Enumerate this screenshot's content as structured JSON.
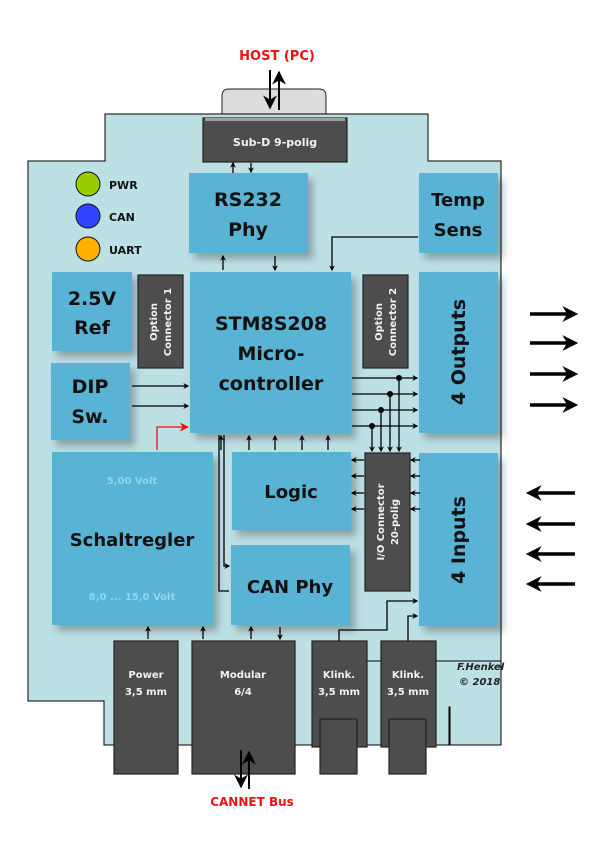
{
  "external": {
    "host_label": "HOST (PC)",
    "bus_label": "CANNET Bus",
    "label_color": "#ee1111"
  },
  "board": {
    "fill": "#bde0e5"
  },
  "leds": [
    {
      "label": "PWR",
      "color": "#99cc00"
    },
    {
      "label": "CAN",
      "color": "#3344ff"
    },
    {
      "label": "UART",
      "color": "#ffb000"
    }
  ],
  "blocks": {
    "rs232": [
      "RS232",
      "Phy"
    ],
    "temp": [
      "Temp",
      "Sens"
    ],
    "ref": [
      "2.5V",
      "Ref"
    ],
    "dip": [
      "DIP",
      "Sw."
    ],
    "mcu": [
      "STM8S208",
      "Micro-",
      "controller"
    ],
    "outputs": "4 Outputs",
    "inputs": "4 Inputs",
    "logic": "Logic",
    "canphy": "CAN Phy",
    "regulator": {
      "title": "Schaltregler",
      "out": "5,00 Volt",
      "in": "8,0 ... 15,0 Volt"
    }
  },
  "connectors": {
    "subd": "Sub-D 9-polig",
    "opt1": [
      "Option",
      "Connector 1"
    ],
    "opt2": [
      "Option",
      "Connector 2"
    ],
    "io": [
      "I/O Connector",
      "20-polig"
    ],
    "power": [
      "Power",
      "3,5 mm"
    ],
    "modular": [
      "Modular",
      "6/4"
    ],
    "klink1": [
      "Klink.",
      "3,5 mm"
    ],
    "klink2": [
      "Klink.",
      "3,5 mm"
    ]
  },
  "credit": [
    "F.Henkel",
    "© 2018"
  ],
  "colors": {
    "block": "#58b3d4",
    "connector": "#4d4d4d",
    "red_wire": "#ee1111",
    "secondary_text": "#8fd6ee"
  }
}
